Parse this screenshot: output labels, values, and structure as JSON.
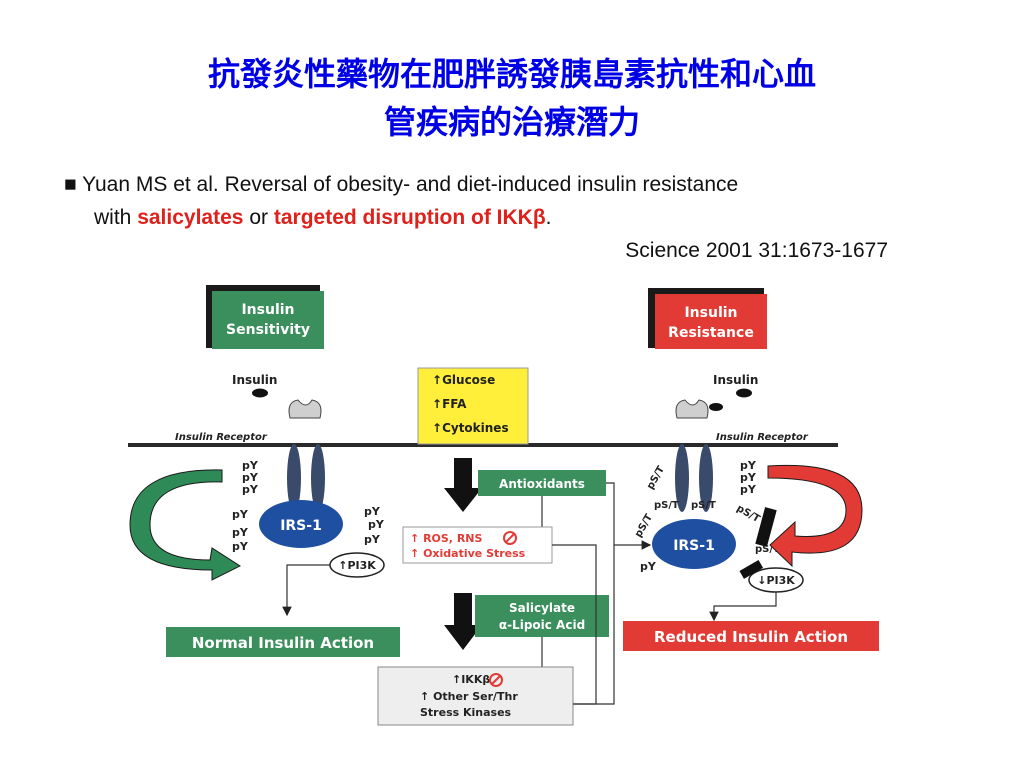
{
  "title": {
    "line1": "抗發炎性藥物在肥胖誘發胰島素抗性和心血",
    "line2": "管疾病的治療潛力"
  },
  "citation": {
    "bullet": "■",
    "text_a": "Yuan MS et al. Reversal of obesity- and diet-induced insulin resistance",
    "text_b": "with",
    "highlight_1": "salicylates",
    "text_c": "or",
    "highlight_2": "targeted disruption of IKKβ",
    "text_d": ".",
    "journal": "Science 2001 31:1673-1677"
  },
  "diagram": {
    "left_header": [
      "Insulin",
      "Sensitivity"
    ],
    "right_header": [
      "Insulin",
      "Resistance"
    ],
    "insulin_label": "Insulin",
    "receptor_label": "Insulin Receptor",
    "py": "pY",
    "ps_t": "pS/T",
    "irs1": "IRS-1",
    "pi3k": "PI3K",
    "up_arrow": "↑",
    "stimuli": [
      "Glucose",
      "FFA",
      "Cytokines"
    ],
    "antioxidants": "Antioxidants",
    "ros_box": [
      "ROS, RNS",
      "Oxidative Stress"
    ],
    "salicylate_box": [
      "Salicylate",
      "α-Lipoic Acid"
    ],
    "ikk_box": [
      "IKKβ",
      "Other Ser/Thr",
      "Stress Kinases"
    ],
    "normal_action": "Normal Insulin Action",
    "reduced_action": "Reduced Insulin Action"
  },
  "colors": {
    "title": "#0000e6",
    "highlight": "#e0201b",
    "sensitivity_green": "#2e8b57",
    "resistance_red": "#e23b35",
    "irs_blue": "#1f4fa0",
    "stimuli_yellow": "#ffef3a"
  }
}
